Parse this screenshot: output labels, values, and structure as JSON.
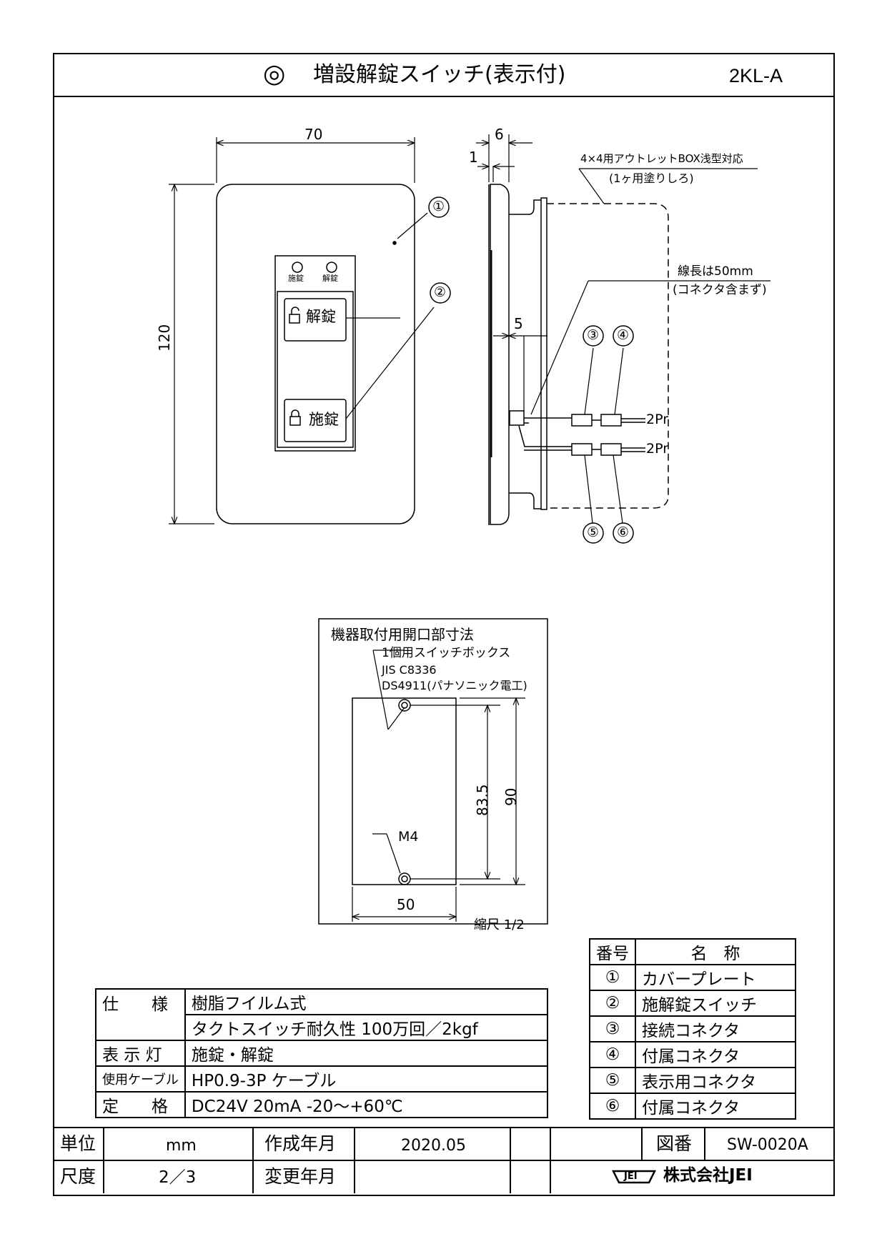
{
  "title": {
    "mark": "◎",
    "text": "増設解錠スイッチ(表示付)",
    "model": "2KL-A"
  },
  "front_view": {
    "dim_width": "70",
    "dim_height": "120",
    "led_labels": [
      "施錠",
      "解錠"
    ],
    "button_unlock": "解錠",
    "button_lock": "施錠"
  },
  "side_view": {
    "dim_top": "6",
    "dim_thin": "1",
    "dim_depth": "5",
    "box_note_1": "4×4用アウトレットBOX浅型対応",
    "box_note_2": "(1ヶ用塗りしろ)",
    "wire_note_1": "線長は50mm",
    "wire_note_2": "(コネクタ含まず)",
    "pair_1": "2Pr",
    "pair_2": "2Pr"
  },
  "callouts": [
    "①",
    "②",
    "③",
    "④",
    "⑤",
    "⑥"
  ],
  "opening": {
    "heading": "機器取付用開口部寸法",
    "line_1": "1個用スイッチボックス",
    "line_2": "JIS C8336",
    "line_3": "DS4911(パナソニック電工)",
    "screw": "M4",
    "dim_width": "50",
    "dim_pitch": "83.5",
    "dim_height": "90",
    "scale": "縮尺 1/2"
  },
  "spec": {
    "rows": [
      {
        "label": "仕　　様",
        "value": "樹脂フイルム式"
      },
      {
        "label": "",
        "value": "タクトスイッチ耐久性 100万回／2kgf"
      },
      {
        "label": "表 示 灯",
        "value": "施錠・解錠"
      },
      {
        "label": "使用ケーブル",
        "value": "HP0.9-3P ケーブル"
      },
      {
        "label": "定　　格",
        "value": "DC24V 20mA  -20～+60℃"
      }
    ]
  },
  "parts": {
    "header_no": "番号",
    "header_name": "名　称",
    "rows": [
      {
        "no": "①",
        "name": "カバープレート"
      },
      {
        "no": "②",
        "name": "施解錠スイッチ"
      },
      {
        "no": "③",
        "name": "接続コネクタ"
      },
      {
        "no": "④",
        "name": "付属コネクタ"
      },
      {
        "no": "⑤",
        "name": "表示用コネクタ"
      },
      {
        "no": "⑥",
        "name": "付属コネクタ"
      }
    ]
  },
  "footer": {
    "unit_label": "単位",
    "unit_value": "mm",
    "created_label": "作成年月",
    "created_value": "2020.05",
    "drawing_no_label": "図番",
    "drawing_no_value": "SW-0020A",
    "scale_label": "尺度",
    "scale_value": "2／3",
    "changed_label": "変更年月",
    "company_logo": "JEI",
    "company_name": "株式会社JEI"
  }
}
